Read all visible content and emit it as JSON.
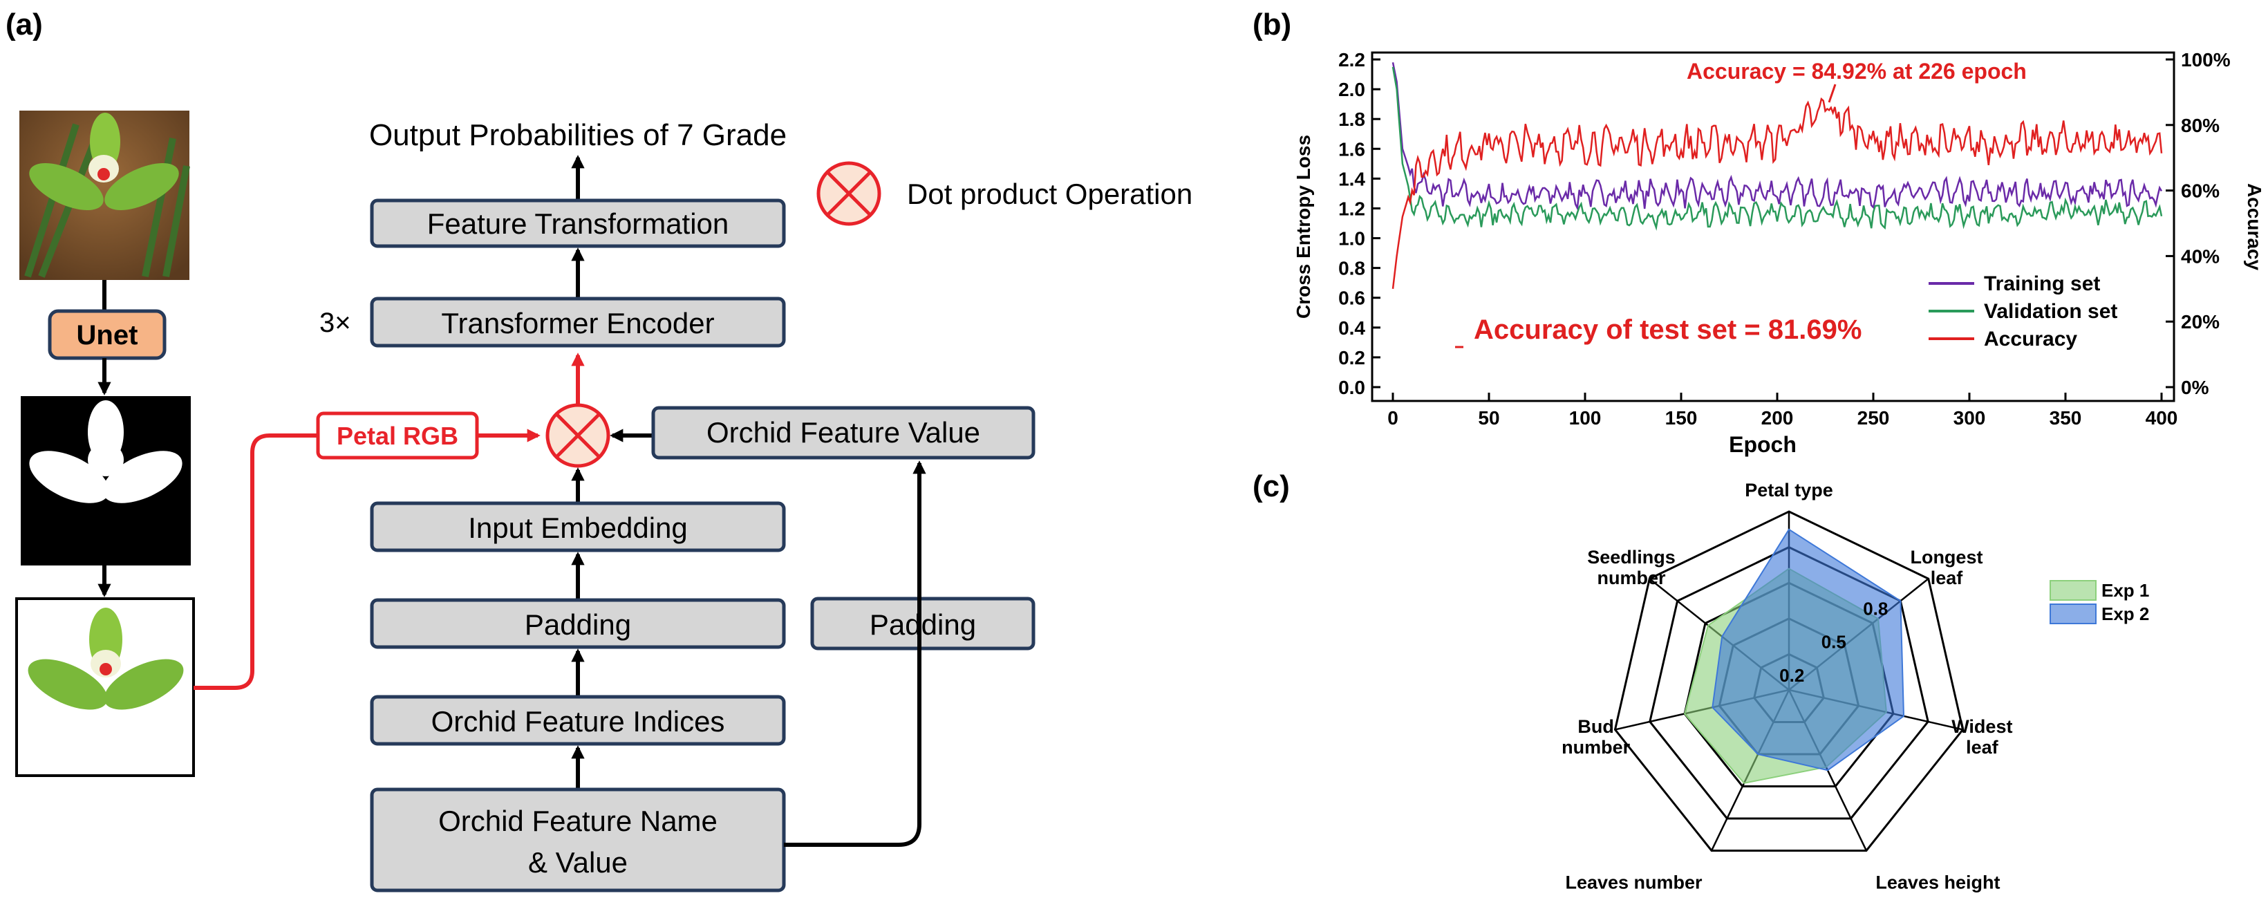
{
  "panel_a": {
    "label": "(a)",
    "unet_label": "Unet",
    "output_label": "Output Probabilities of 7 Grade",
    "legend_symbol_label": "Dot product Operation",
    "feature_transformation": "Feature Transformation",
    "repeat": "3×",
    "transformer_encoder": "Transformer Encoder",
    "petal_rgb": "Petal RGB",
    "orchid_feature_value": "Orchid Feature Value",
    "input_embedding": "Input Embedding",
    "padding_left": "Padding",
    "padding_right": "Padding",
    "feature_indices": "Orchid Feature Indices",
    "feature_name_line1": "Orchid Feature Name",
    "feature_name_line2": "& Value",
    "colors": {
      "flow_red": "#e8232a",
      "box_fill": "#d6d6d6",
      "box_stroke": "#263a5a",
      "unet_fill": "#f6b486",
      "leaf_green": "#7ab83a"
    }
  },
  "panel_b": {
    "label": "(b)",
    "annotation_peak": "Accuracy = 84.92% at 226 epoch",
    "annotation_test": "Accuracy of test set = 81.69%",
    "colors": {
      "training": "#6a2aa8",
      "validation": "#2a9a5a",
      "accuracy": "#e02020"
    }
  },
  "panel_c": {
    "label": "(c)",
    "ring_labels": [
      "0.2",
      "0.5",
      "0.8"
    ],
    "colors": {
      "exp1": "#8cd07c",
      "exp2": "#3e78d8"
    }
  },
  "chart_data": [
    {
      "type": "line",
      "xlabel": "Epoch",
      "ylabel": "Cross Entropy Loss",
      "y2label": "Accuracy",
      "xlim": [
        0,
        400
      ],
      "ylim": [
        0,
        2.2
      ],
      "y2lim": [
        0,
        100
      ],
      "x_ticks": [
        "0",
        "50",
        "100",
        "150",
        "200",
        "250",
        "300",
        "350",
        "400"
      ],
      "y_ticks": [
        "0.0",
        "0.2",
        "0.4",
        "0.6",
        "0.8",
        "1.0",
        "1.2",
        "1.4",
        "1.6",
        "1.8",
        "2.0",
        "2.2"
      ],
      "y2_ticks": [
        "0%",
        "20%",
        "40%",
        "60%",
        "80%",
        "100%"
      ],
      "legend_position": "lower-right",
      "series": [
        {
          "name": "Training set",
          "axis": "left",
          "x": [
            0,
            2,
            5,
            10,
            20,
            50,
            100,
            150,
            200,
            250,
            300,
            350,
            400
          ],
          "values": [
            2.18,
            2.05,
            1.6,
            1.4,
            1.32,
            1.28,
            1.3,
            1.3,
            1.31,
            1.3,
            1.3,
            1.31,
            1.3
          ]
        },
        {
          "name": "Validation set",
          "axis": "left",
          "x": [
            0,
            2,
            5,
            10,
            20,
            50,
            100,
            150,
            200,
            250,
            300,
            350,
            400
          ],
          "values": [
            2.15,
            2.0,
            1.5,
            1.25,
            1.16,
            1.16,
            1.16,
            1.15,
            1.17,
            1.15,
            1.16,
            1.17,
            1.18
          ]
        },
        {
          "name": "Accuracy",
          "axis": "right",
          "x": [
            0,
            2,
            5,
            10,
            20,
            50,
            100,
            150,
            200,
            226,
            250,
            300,
            350,
            400
          ],
          "values": [
            30,
            40,
            52,
            62,
            70,
            74,
            74,
            74,
            75,
            84.92,
            75,
            74,
            75,
            75
          ]
        }
      ],
      "annotations": [
        "Accuracy = 84.92% at 226 epoch",
        "Accuracy of test set = 81.69%"
      ]
    },
    {
      "type": "radar",
      "axes": [
        "Petal type",
        "Longest leaf",
        "Widest leaf",
        "Leaves height",
        "Leaves number",
        "Bud number",
        "Seedlings number"
      ],
      "ring_values": [
        0.2,
        0.5,
        0.8
      ],
      "max": 1.0,
      "legend_position": "right",
      "series": [
        {
          "name": "Exp 1",
          "values": [
            0.68,
            0.64,
            0.56,
            0.48,
            0.58,
            0.6,
            0.58
          ]
        },
        {
          "name": "Exp 2",
          "values": [
            0.9,
            0.8,
            0.66,
            0.5,
            0.4,
            0.44,
            0.48
          ]
        }
      ]
    }
  ]
}
